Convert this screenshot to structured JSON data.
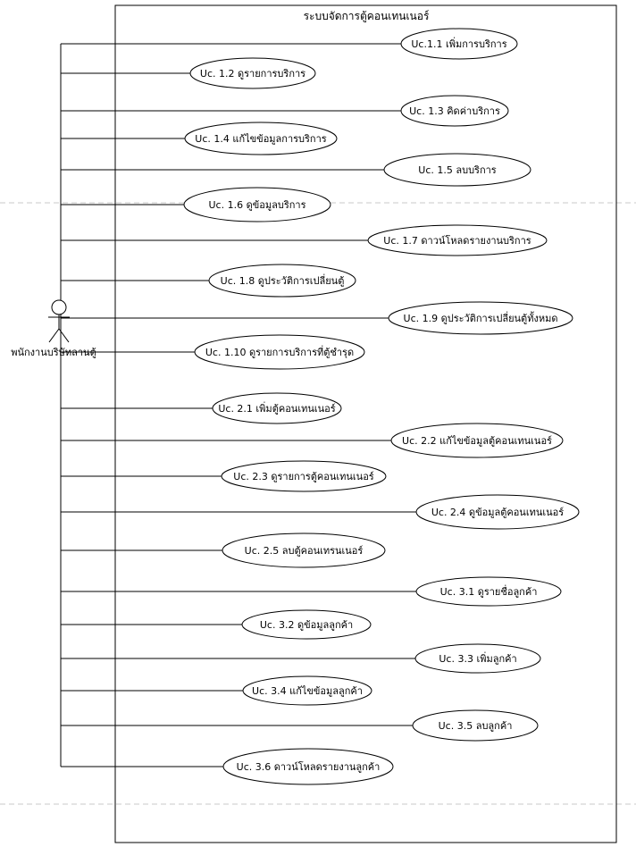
{
  "system": {
    "title": "ระบบจัดการตู้คอนเทนเนอร์"
  },
  "actor": {
    "name": "พนักงานบริษัทลานตู้",
    "icon": "stick-figure-actor-icon"
  },
  "use_cases": [
    {
      "id": "uc-1-1",
      "label": "Uc.1.1 เพิ่มการบริการ"
    },
    {
      "id": "uc-1-2",
      "label": "Uc. 1.2 ดูรายการบริการ"
    },
    {
      "id": "uc-1-3",
      "label": "Uc. 1.3 คิดค่าบริการ"
    },
    {
      "id": "uc-1-4",
      "label": "Uc. 1.4 แก้ไขข้อมูลการบริการ"
    },
    {
      "id": "uc-1-5",
      "label": "Uc. 1.5 ลบบริการ"
    },
    {
      "id": "uc-1-6",
      "label": "Uc. 1.6 ดูข้อมูลบริการ"
    },
    {
      "id": "uc-1-7",
      "label": "Uc. 1.7 ดาวน์โหลดรายงานบริการ"
    },
    {
      "id": "uc-1-8",
      "label": "Uc. 1.8 ดูประวัติการเปลี่ยนตู้"
    },
    {
      "id": "uc-1-9",
      "label": "Uc. 1.9 ดูประวัติการเปลี่ยนตู้ทั้งหมด"
    },
    {
      "id": "uc-1-10",
      "label": "Uc. 1.10 ดูรายการบริการที่ตู้ชำรุด"
    },
    {
      "id": "uc-2-1",
      "label": "Uc. 2.1 เพิ่มตู้คอนเทนเนอร์"
    },
    {
      "id": "uc-2-2",
      "label": "Uc. 2.2 แก้ไขข้อมูลตู้คอนเทนเนอร์"
    },
    {
      "id": "uc-2-3",
      "label": "Uc. 2.3 ดูรายการตู้คอนเทนเนอร์"
    },
    {
      "id": "uc-2-4",
      "label": "Uc. 2.4 ดูข้อมูลตู้คอนเทนเนอร์"
    },
    {
      "id": "uc-2-5",
      "label": "Uc. 2.5 ลบตู้คอนเทรนเนอร์"
    },
    {
      "id": "uc-3-1",
      "label": "Uc. 3.1 ดูรายชื่อลูกค้า"
    },
    {
      "id": "uc-3-2",
      "label": "Uc. 3.2 ดูข้อมูลลูกค้า"
    },
    {
      "id": "uc-3-3",
      "label": "Uc. 3.3 เพิ่มลูกค้า"
    },
    {
      "id": "uc-3-4",
      "label": "Uc. 3.4 แก้ไขข้อมูลลูกค้า"
    },
    {
      "id": "uc-3-5",
      "label": "Uc. 3.5 ลบลูกค้า"
    },
    {
      "id": "uc-3-6",
      "label": "Uc. 3.6 ดาวน์โหลดรายงานลูกค้า"
    }
  ]
}
